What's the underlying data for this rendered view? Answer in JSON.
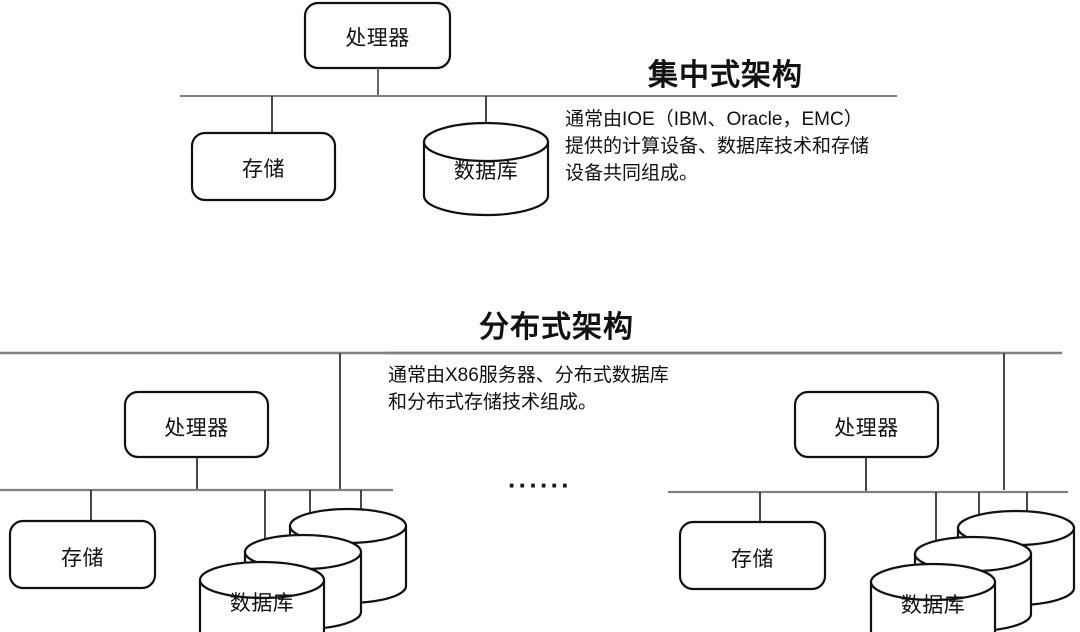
{
  "diagram": {
    "sections": [
      {
        "id": "centralized",
        "title": "集中式架构",
        "description": "通常由IOE（IBM、Oracle，EMC）\n提供的计算设备、数据库技术和存储\n设备共同组成。",
        "nodes": {
          "processor": "处理器",
          "storage": "存储",
          "database": "数据库"
        }
      },
      {
        "id": "distributed",
        "title": "分布式架构",
        "description": "通常由X86服务器、分布式数据库\n和分布式存储技术组成。",
        "clusters": [
          {
            "id": "cluster-left",
            "processor": "处理器",
            "storage": "存储",
            "database": "数据库"
          },
          {
            "id": "cluster-right",
            "processor": "处理器",
            "storage": "存储",
            "database": "数据库"
          }
        ],
        "separator": "······"
      }
    ],
    "colors": {
      "stroke": "#111111",
      "bus": "#808080",
      "background": "#ffffff",
      "text": "#111111"
    }
  }
}
